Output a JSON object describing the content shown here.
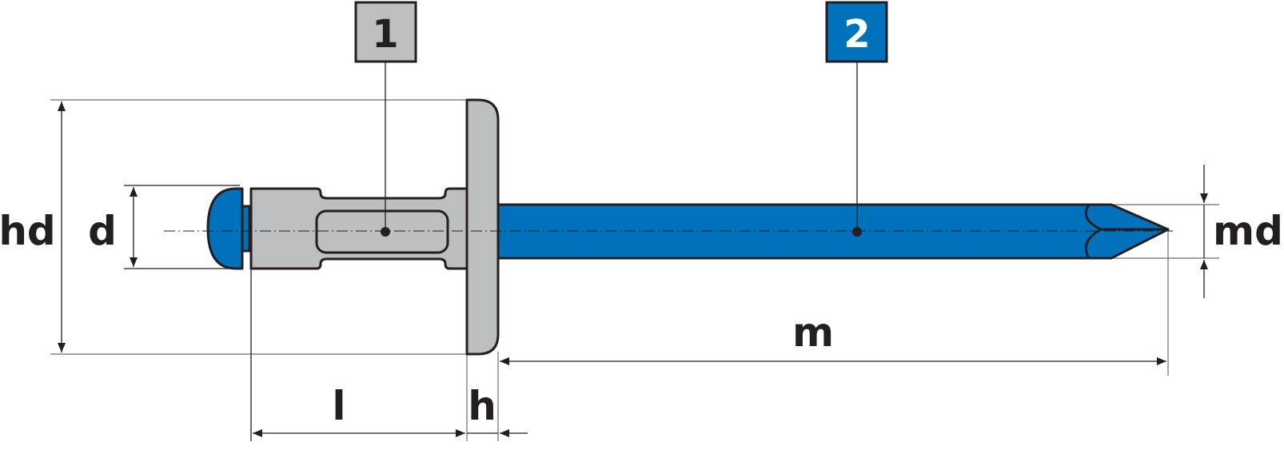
{
  "diagram": {
    "title": "Blind rivet dimension drawing",
    "colors": {
      "body_gray": "#bcbec0",
      "mandrel_blue": "#0072bc",
      "outline": "#231f20",
      "extension_line": "#6d6e71",
      "callout_1_bg": "#bcbec0",
      "callout_2_bg": "#0072bc",
      "callout_1_text": "#231f20",
      "callout_2_text": "#ffffff"
    },
    "callouts": [
      {
        "id": "1",
        "label": "1",
        "refers_to": "rivet body"
      },
      {
        "id": "2",
        "label": "2",
        "refers_to": "mandrel"
      }
    ],
    "dimensions": {
      "hd": "hd",
      "d": "d",
      "l": "l",
      "h": "h",
      "m": "m",
      "md": "md"
    }
  }
}
